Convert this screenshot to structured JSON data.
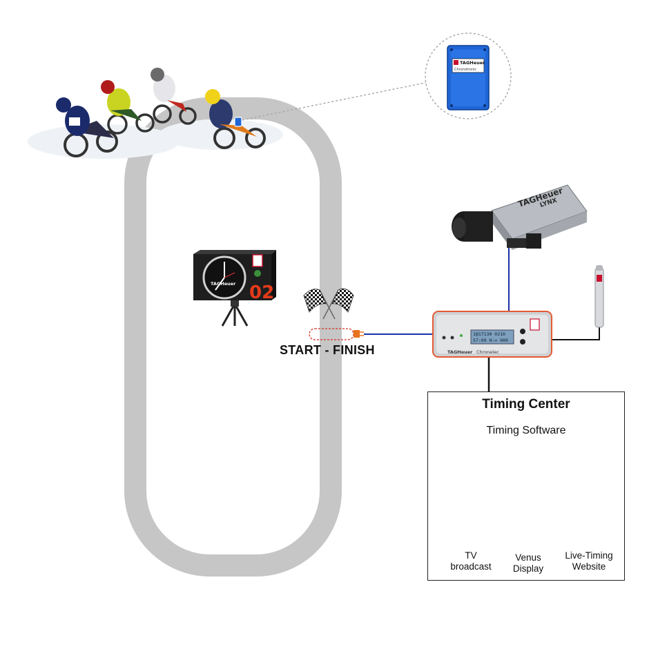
{
  "start_finish_label": "START - FINISH",
  "timing_center": {
    "title": "Timing Center",
    "software_label": "Timing Software",
    "devices": [
      {
        "line1": "TV",
        "line2": "broadcast"
      },
      {
        "line1": "Venus",
        "line2": "Display"
      },
      {
        "line1": "Live-Timing",
        "line2": "Website"
      }
    ]
  },
  "transponder": {
    "brand": "TAGHeuer",
    "model": "Chronotronic"
  },
  "camera": {
    "brand": "TAGHeuer",
    "model": "LYNX"
  },
  "scoreboard": {
    "brand": "TAGHeuer",
    "digits": "02"
  },
  "chronometer": {
    "brand": "TAGHeuer",
    "model": "Chronelec",
    "display_line1": "1@17130   0210",
    "display_line2": "57:09 H:=  000"
  },
  "colors": {
    "track": "#c6c6c6",
    "cable_blue": "#1c2fa8",
    "cable_black": "#111111",
    "finish_marker": "#e8731e",
    "brand_red": "#c8102e"
  }
}
